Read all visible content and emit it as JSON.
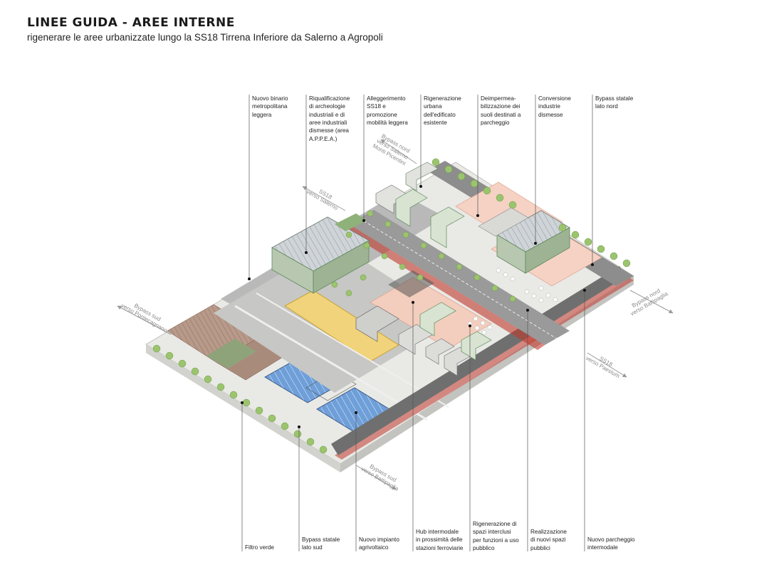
{
  "header": {
    "title": "LINEE GUIDA - AREE INTERNE",
    "subtitle": "rigenerare le aree urbanizzate lungo la SS18 Tirrena Inferiore da Salerno a Agropoli"
  },
  "top_labels": [
    "Nuovo binario\nmetropolitana\nleggera",
    "Riqualificazione\ndi archeologie\nindustriali e di\naree industriali\ndismesse (area\nA.P.P.E.A.)",
    "Alleggerimento\nSS18 e\npromozione\nmobilità leggera",
    "Rigenerazione\nurbana\ndell'edificato\nesistente",
    "Deimpermea-\nbilizzazione dei\nsuoli destinati a\nparcheggio",
    "Conversione\nindustrie\ndismesse",
    "Bypass statale\nlato nord"
  ],
  "bottom_labels": [
    "Filtro verde",
    "Bypass statale\nlato sud",
    "Nuovo impianto\nagrivoltaico",
    "Hub intermodale\nin prossimità delle\nstazioni ferroviarie",
    "Rigenerazione di\nspazi interclusi\nper funzioni a uso\npubblico",
    "Realizzazione\ndi nuovi spazi\npubblici",
    "Nuovo parcheggio\nintermodale"
  ],
  "direction_labels": {
    "bypass_nord_salerno": "Bypass nord\nverso Salerno\nMonti Picentini",
    "ss18_salerno": "SS18\nverso Salerno",
    "bypass_sud_pontecagnano": "Bypass sud\nverso Pontecagnano",
    "bypass_nord_battipaglia": "Bypass nord\nverso Battipaglia",
    "ss18_paestum": "SS18\nverso Paestum",
    "bypass_sud_battipaglia": "Bypass sud\nverso Battipaglia"
  }
}
